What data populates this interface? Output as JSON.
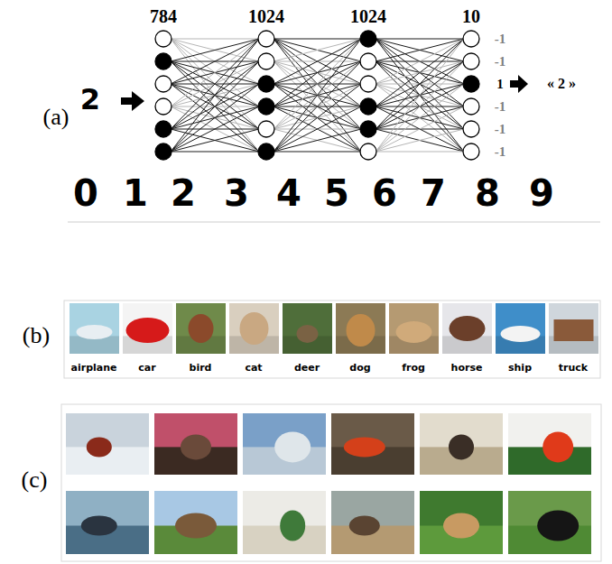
{
  "diagram": {
    "labels": [
      "(a)",
      "2",
      "784",
      "1024",
      "1024",
      "10",
      "-1",
      "-1",
      "1",
      "-1",
      "-1",
      "-1",
      "« 2 »",
      "0",
      "1",
      "2",
      "3",
      "4",
      "5",
      "6",
      "7",
      "8",
      "9",
      "(b)",
      "airplane",
      "car",
      "bird",
      "cat",
      "deer",
      "dog",
      "frog",
      "horse",
      "ship",
      "truck",
      "(c)"
    ]
  }
}
